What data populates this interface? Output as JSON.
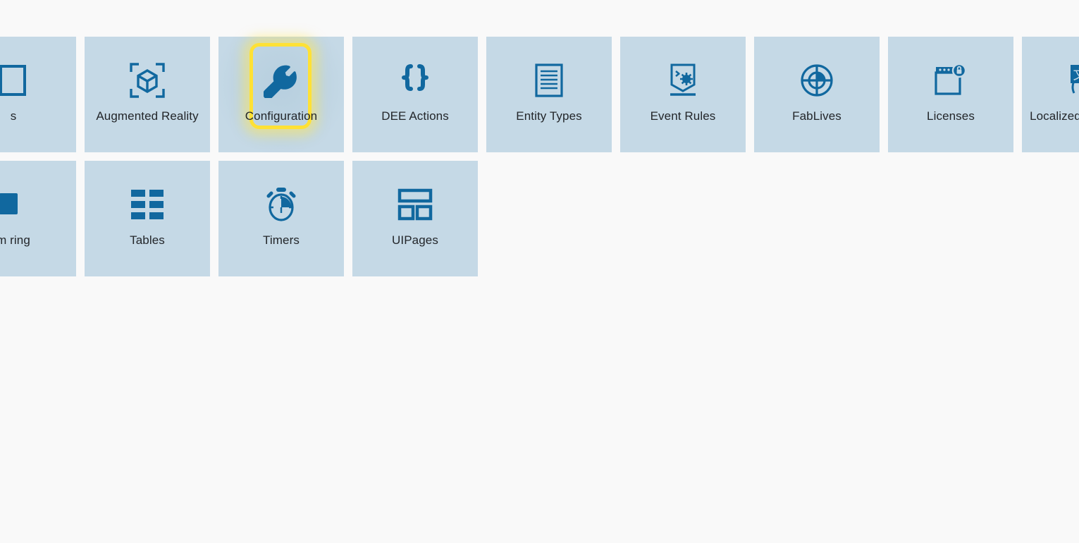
{
  "page": {
    "background_color": "#f9f9f9",
    "tile_color": "#c5d9e6",
    "icon_color": "#11689f",
    "label_color": "#23262a",
    "highlight_color": "#ffe135"
  },
  "tiles": [
    {
      "label": "s",
      "icon": "document-partial-icon",
      "partial": true,
      "highlighted": false
    },
    {
      "label": "Augmented Reality",
      "icon": "augmented-reality-cube-icon",
      "partial": false,
      "highlighted": false
    },
    {
      "label": "Configuration",
      "icon": "wrench-icon",
      "partial": false,
      "highlighted": true
    },
    {
      "label": "DEE Actions",
      "icon": "curly-braces-icon",
      "partial": false,
      "highlighted": false
    },
    {
      "label": "Entity Types",
      "icon": "document-lines-icon",
      "partial": false,
      "highlighted": false
    },
    {
      "label": "Event Rules",
      "icon": "event-rules-gear-icon",
      "partial": false,
      "highlighted": false
    },
    {
      "label": "FabLives",
      "icon": "target-pie-icon",
      "partial": false,
      "highlighted": false
    },
    {
      "label": "Licenses",
      "icon": "browser-lock-icon",
      "partial": false,
      "highlighted": false
    },
    {
      "label": "Localized Messages",
      "icon": "translate-icon",
      "partial": true,
      "highlighted": false
    },
    {
      "label": "m ring",
      "icon": "monitoring-partial-icon",
      "partial": true,
      "highlighted": false
    },
    {
      "label": "Tables",
      "icon": "grid-blocks-icon",
      "partial": false,
      "highlighted": false
    },
    {
      "label": "Timers",
      "icon": "stopwatch-icon",
      "partial": false,
      "highlighted": false
    },
    {
      "label": "UIPages",
      "icon": "layout-pages-icon",
      "partial": false,
      "highlighted": false
    }
  ]
}
